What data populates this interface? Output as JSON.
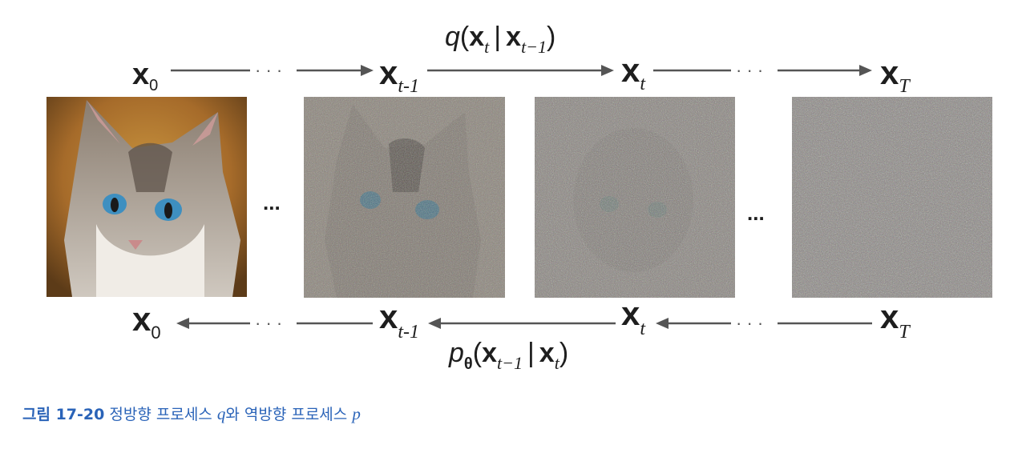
{
  "forward": {
    "function": "q",
    "arg_x": "x",
    "arg_x_sub": "t",
    "bar": "|",
    "cond_x": "x",
    "cond_x_sub": "t−1"
  },
  "reverse": {
    "function": "p",
    "function_sub": "θ",
    "arg_x": "x",
    "arg_x_sub": "t−1",
    "bar": "|",
    "cond_x": "x",
    "cond_x_sub": "t"
  },
  "nodes": [
    {
      "var": "x",
      "sub": "0"
    },
    {
      "var": "x",
      "sub": "t-1"
    },
    {
      "var": "x",
      "sub": "t"
    },
    {
      "var": "x",
      "sub": "T"
    }
  ],
  "ellipsis_small": "· · ·",
  "ellipsis_large": "...",
  "images": [
    {
      "name": "clean cat image"
    },
    {
      "name": "noisy cat image"
    },
    {
      "name": "very noisy image"
    },
    {
      "name": "pure noise image"
    }
  ],
  "caption": {
    "label": "그림 17-20",
    "text_before": "정방향 프로세스",
    "var_q": "q",
    "text_mid": "와 역방향 프로세스",
    "var_p": "p"
  }
}
